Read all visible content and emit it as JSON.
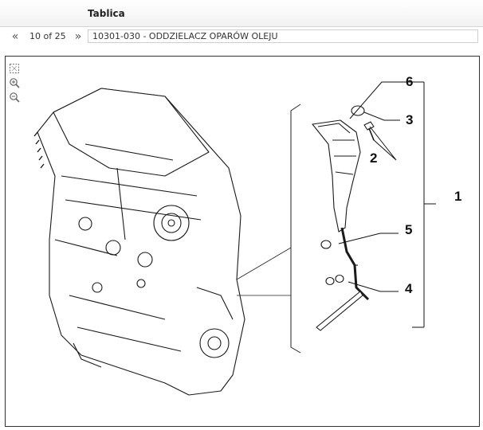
{
  "header": {
    "title": "Tablica"
  },
  "nav": {
    "first_icon": "«",
    "counter": "10 of 25",
    "next_icon": "»",
    "part_title": "10301-030 - ODDZIELACZ OPARÓW OLEJU"
  },
  "toolbar": {
    "icons": [
      "fit-window-icon",
      "zoom-in-icon",
      "zoom-out-icon"
    ]
  },
  "diagram": {
    "callouts": [
      "1",
      "2",
      "3",
      "4",
      "5",
      "6"
    ]
  }
}
